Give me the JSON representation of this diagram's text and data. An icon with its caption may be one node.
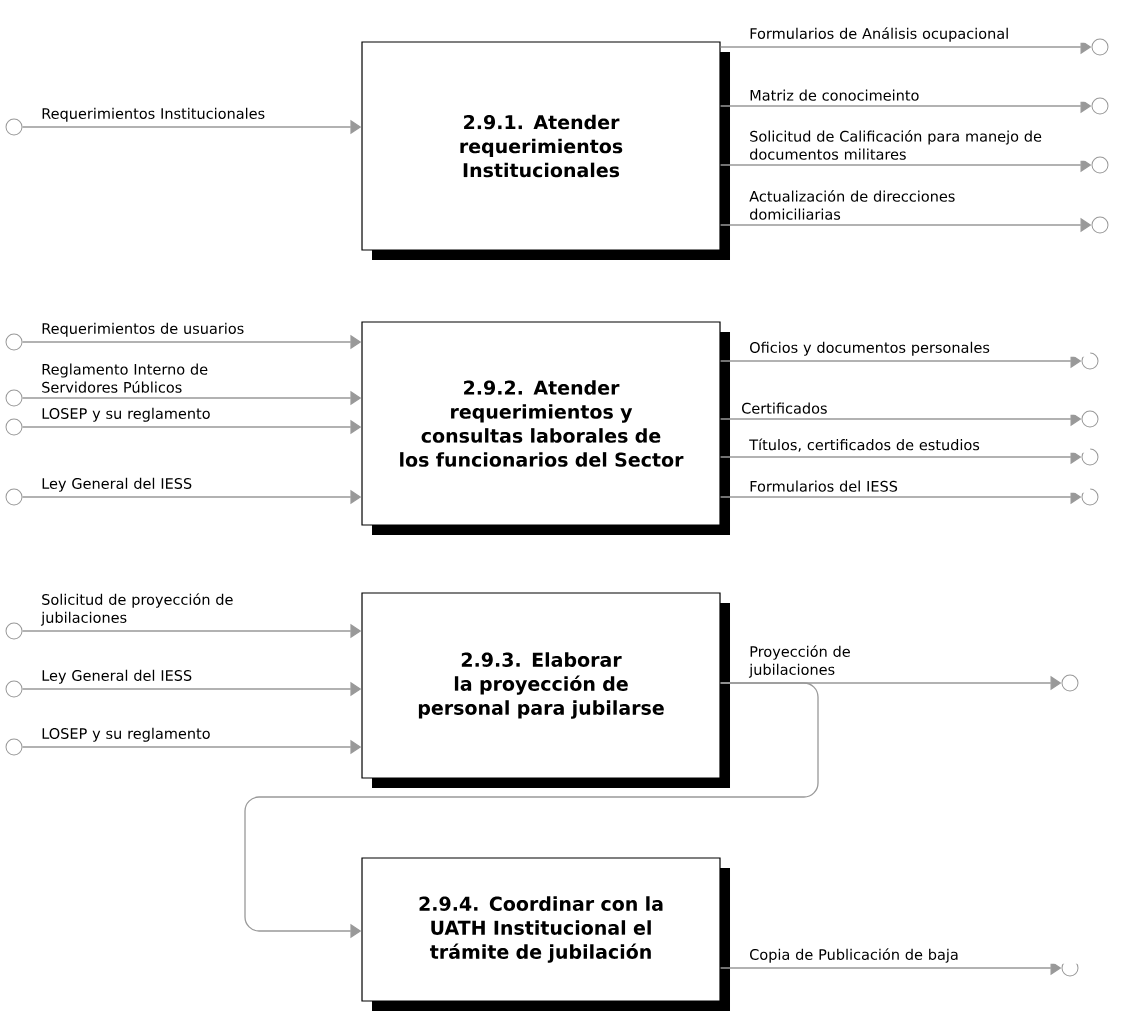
{
  "diagram": {
    "nodes": [
      {
        "text": [
          "2.9.1. Atender requerimientos Institucionales"
        ]
      },
      {
        "text": [
          "2.9.2. Atender requerimientos y consultas laborales de los funcionarios del Sector"
        ]
      },
      {
        "text": [
          "2.9.3. Elaborar la proyección de personal para jubilarse"
        ]
      },
      {
        "text": [
          "2.9.4. Coordinar con la UATH Institucional el trámite de jubilación"
        ]
      },
      {
        "text": [],
        "shape": "circle"
      },
      {
        "text": [],
        "shape": "circle"
      },
      {
        "text": [],
        "shape": "circle"
      },
      {
        "text": [],
        "shape": "circle"
      },
      {
        "text": [],
        "shape": "circle"
      },
      {
        "text": [],
        "shape": "circle"
      },
      {
        "text": [],
        "shape": "circle"
      },
      {
        "text": [],
        "shape": "circle"
      },
      {
        "text": [],
        "shape": "circle"
      },
      {
        "text": [],
        "shape": "circle"
      },
      {
        "text": [],
        "shape": "circle"
      },
      {
        "text": [],
        "shape": "circle"
      },
      {
        "text": [],
        "shape": "circle"
      },
      {
        "text": [],
        "shape": "circle"
      },
      {
        "text": [],
        "shape": "circle"
      },
      {
        "text": [],
        "shape": "circle"
      },
      {
        "text": [],
        "shape": "circle"
      },
      {
        "text": [],
        "shape": "circle"
      }
    ],
    "edges": [
      {
        "from": 4,
        "to": 0,
        "arrow": "to",
        "label": "Requerimientos Institucionales"
      },
      {
        "from": 0,
        "to": 5,
        "arrow": "to",
        "label": "Formularios de Análisis ocupacional"
      },
      {
        "from": 0,
        "to": 6,
        "arrow": "to",
        "label": "Matriz de conocimeinto"
      },
      {
        "from": 0,
        "to": 7,
        "arrow": "to",
        "label": "Solicitud de Calificación para manejo de documentos militares"
      },
      {
        "from": 0,
        "to": 8,
        "arrow": "to",
        "label": "Actualización de direcciones domiciliarias"
      },
      {
        "from": 9,
        "to": 1,
        "arrow": "to",
        "label": "Requerimientos de usuarios"
      },
      {
        "from": 10,
        "to": 1,
        "arrow": "to",
        "label": "Reglamento Interno de Servidores Públicos"
      },
      {
        "from": 11,
        "to": 1,
        "arrow": "to",
        "label": "LOSEP y su reglamento"
      },
      {
        "from": 12,
        "to": 1,
        "arrow": "to",
        "label": "Ley General del IESS"
      },
      {
        "from": 1,
        "to": 13,
        "arrow": "to",
        "label": "Oficios y documentos personales"
      },
      {
        "from": 1,
        "to": 14,
        "arrow": "to",
        "label": "Certificados"
      },
      {
        "from": 1,
        "to": 15,
        "arrow": "to",
        "label": "Títulos, certificados de estudios"
      },
      {
        "from": 1,
        "to": 16,
        "arrow": "to",
        "label": "Formularios del IESS"
      },
      {
        "from": 17,
        "to": 2,
        "arrow": "to",
        "label": "Solicitud de proyección de jubilaciones"
      },
      {
        "from": 18,
        "to": 2,
        "arrow": "to",
        "label": "Ley General del IESS"
      },
      {
        "from": 19,
        "to": 2,
        "arrow": "to",
        "label": "LOSEP y su reglamento"
      },
      {
        "from": 2,
        "to": 20,
        "arrow": "to",
        "label": "Proyección de jubilaciones"
      },
      {
        "from": 2,
        "to": 3,
        "arrow": "to"
      },
      {
        "from": 3,
        "to": 21,
        "arrow": "to",
        "label": "Copia de Publicación de baja"
      }
    ]
  }
}
